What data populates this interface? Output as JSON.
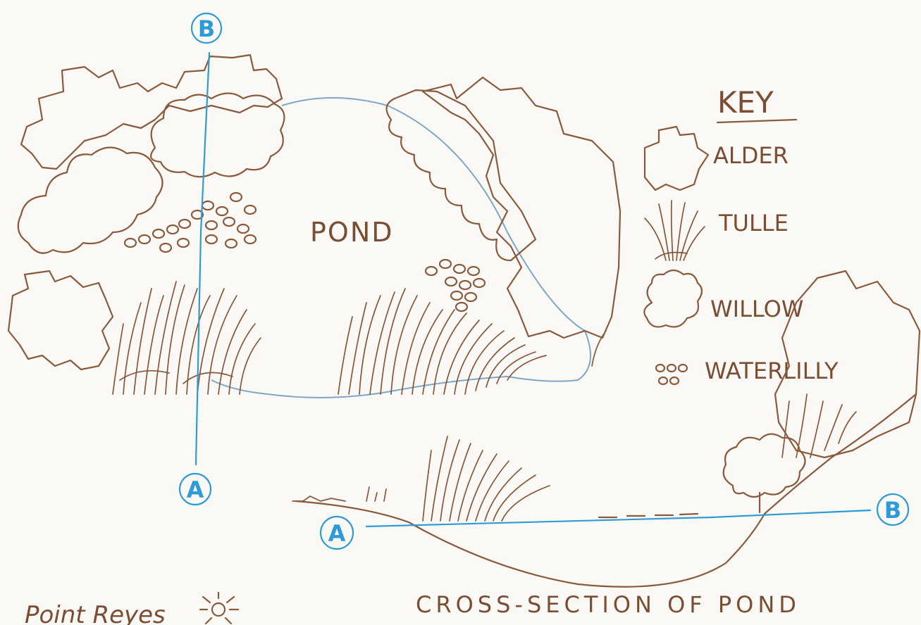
{
  "labels": {
    "pond": "POND",
    "key_title": "KEY",
    "key_items": [
      {
        "label": "ALDER",
        "icon": "alder-icon"
      },
      {
        "label": "TULLE",
        "icon": "tulle-icon"
      },
      {
        "label": "WILLOW",
        "icon": "willow-icon"
      },
      {
        "label": "WATERLILLY",
        "icon": "waterlilly-icon"
      }
    ],
    "marker_a": "A",
    "marker_b": "B",
    "cross_section_title": "CROSS-SECTION OF POND",
    "signature": "Point Reyes"
  },
  "colors": {
    "pencil_brown": "#8a5a3c",
    "pencil_blue": "#2e9bd6",
    "paper": "#fbf9f6"
  }
}
